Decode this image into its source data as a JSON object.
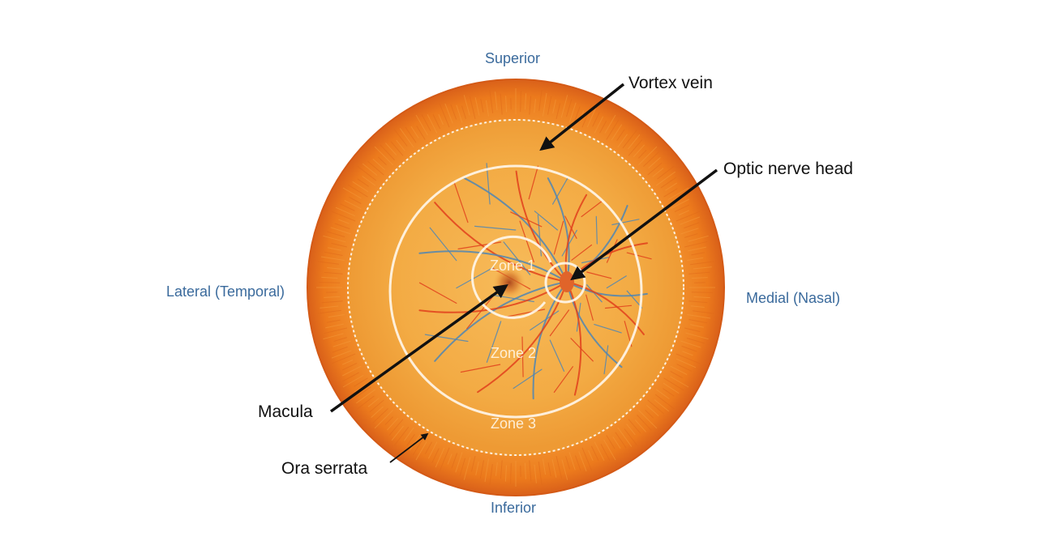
{
  "orientation": {
    "superior": "Superior",
    "inferior": "Inferior",
    "lateral": "Lateral (Temporal)",
    "medial": "Medial (Nasal)"
  },
  "zones": {
    "zone1": "Zone 1",
    "zone2": "Zone 2",
    "zone3": "Zone 3"
  },
  "callouts": {
    "vortex_vein": "Vortex vein",
    "optic_nerve_head": "Optic nerve head",
    "macula": "Macula",
    "ora_serrata": "Ora serrata"
  },
  "colors": {
    "outer_rim": "#ee7a1e",
    "fundus": "#f3ac45",
    "artery": "#e0401c",
    "vein": "#4f86b4",
    "zone_line": "#fff7ec",
    "orientation_text": "#3a6a9c"
  }
}
